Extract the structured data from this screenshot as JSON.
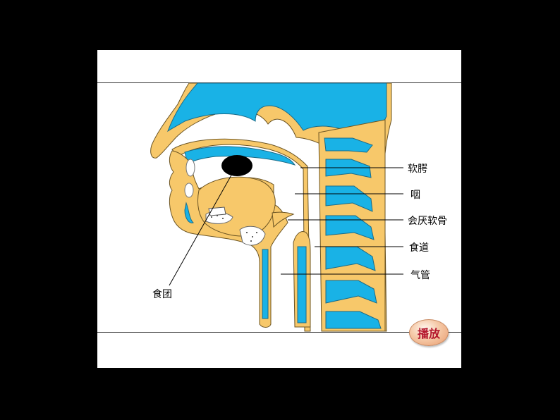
{
  "labels": {
    "soft_palate": "软腭",
    "pharynx": "咽",
    "epiglottis": "会厌软骨",
    "esophagus": "食道",
    "trachea": "气管",
    "bolus": "食团"
  },
  "controls": {
    "play_label": "播放"
  },
  "colors": {
    "background": "#000000",
    "slide": "#ffffff",
    "bone_tissue": "#f7c86a",
    "cavity_blue": "#19b2e6",
    "bolus": "#000000",
    "play_text": "#b4152b"
  }
}
